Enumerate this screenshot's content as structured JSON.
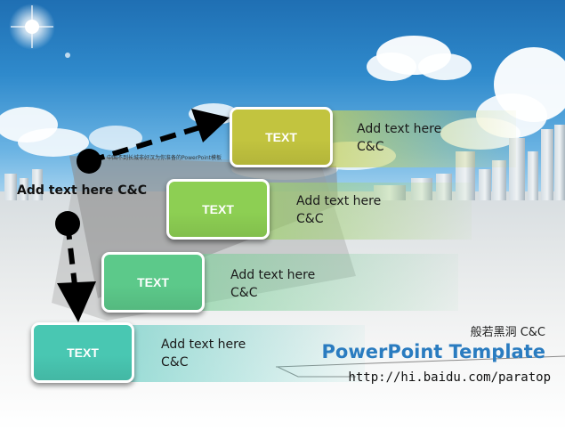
{
  "colors": {
    "box_text_1": "#c2c43f",
    "box_text_2": "#8dcf53",
    "box_text_3": "#5cc98a",
    "box_text_4": "#49c7b2",
    "title_blue": "#2a7cc0"
  },
  "steps": [
    {
      "box_label": "TEXT",
      "desc": "Add text here\nC&C"
    },
    {
      "box_label": "TEXT",
      "desc": "Add text here\nC&C"
    },
    {
      "box_label": "TEXT",
      "desc": "Add text here\nC&C"
    },
    {
      "box_label": "TEXT",
      "desc": "Add text here\nC&C"
    }
  ],
  "left_label": "Add text here  C&C",
  "tiny_text": "中国不到长城非好汉为你准备的PowerPoint模板",
  "brand": {
    "author": "般若黑洞 C&C",
    "title": "PowerPoint Template",
    "url": "http://hi.baidu.com/paratop"
  }
}
